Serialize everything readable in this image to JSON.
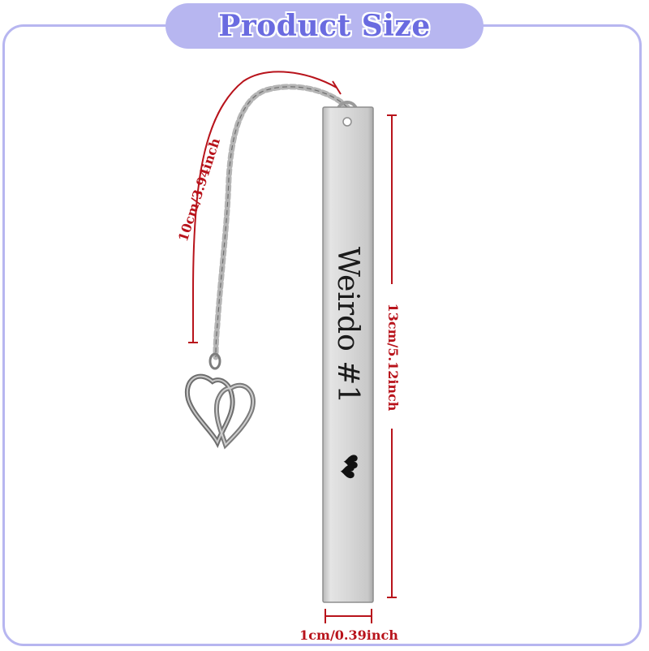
{
  "title": "Product Size",
  "product": {
    "engraving": "Weirdo #1",
    "charm": "double-heart-charm",
    "heart_mark": "double-heart-icon"
  },
  "dimensions": {
    "chain_length": "10cm/3.94inch",
    "bar_length": "13cm/5.12inch",
    "bar_width": "1cm/0.39inch"
  },
  "colors": {
    "accent": "#b7b6f0",
    "title_text": "#6a6be0",
    "dimension": "#b8131b",
    "metal": "#d9d9d9"
  }
}
